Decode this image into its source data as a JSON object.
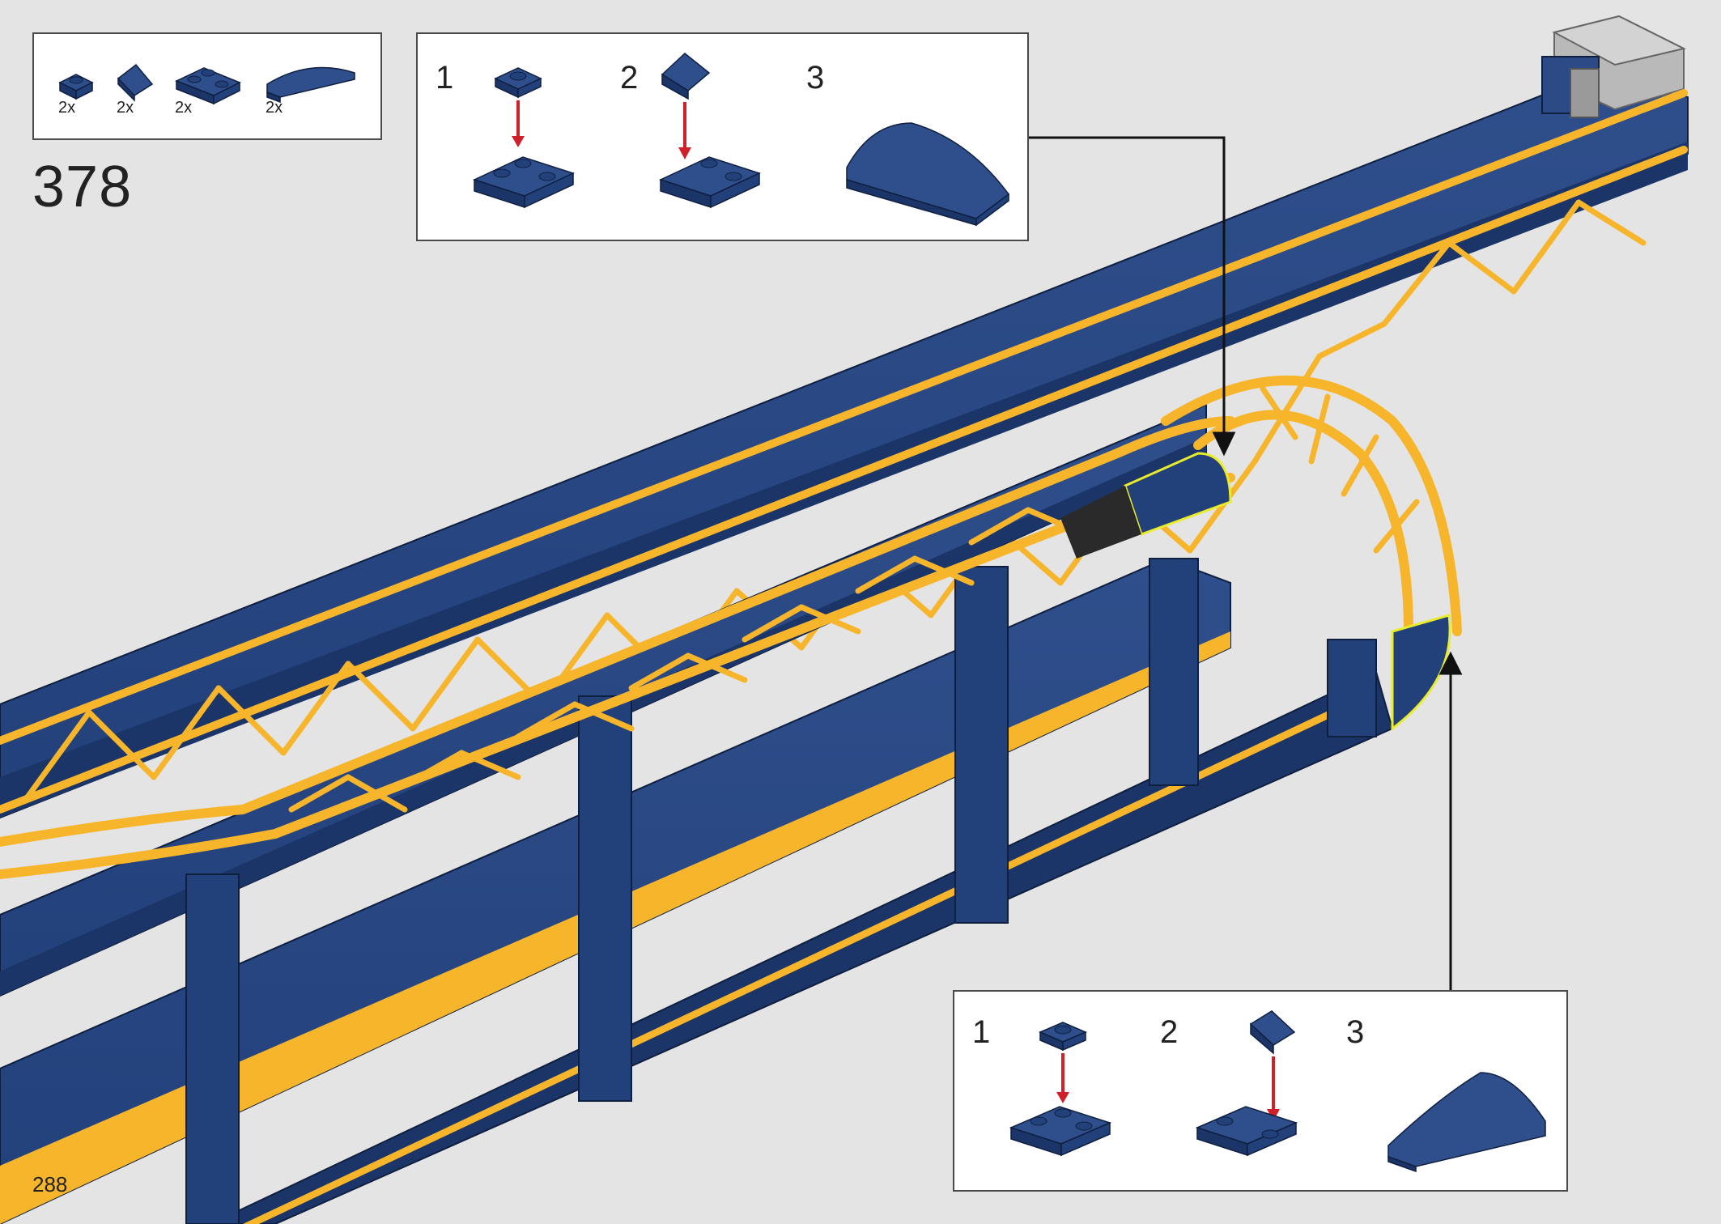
{
  "step": {
    "number": "378"
  },
  "page": {
    "number": "288"
  },
  "parts": [
    {
      "name": "plate-1x1-dark-blue-icon",
      "qty": "2x"
    },
    {
      "name": "slope-1x1-dark-blue-icon",
      "qty": "2x"
    },
    {
      "name": "plate-corner-dark-blue-icon",
      "qty": "2x"
    },
    {
      "name": "curved-slope-dark-blue-icon",
      "qty": "2x"
    }
  ],
  "callout_top": {
    "steps": [
      "1",
      "2",
      "3"
    ]
  },
  "callout_bottom": {
    "steps": [
      "1",
      "2",
      "3"
    ]
  },
  "colors": {
    "background": "#e4e4e4",
    "brick_blue": "#22407a",
    "truss_yellow": "#f7b52c",
    "arrow_red": "#d0202a",
    "pointer": "#111111",
    "highlight": "#e8ec2a"
  }
}
